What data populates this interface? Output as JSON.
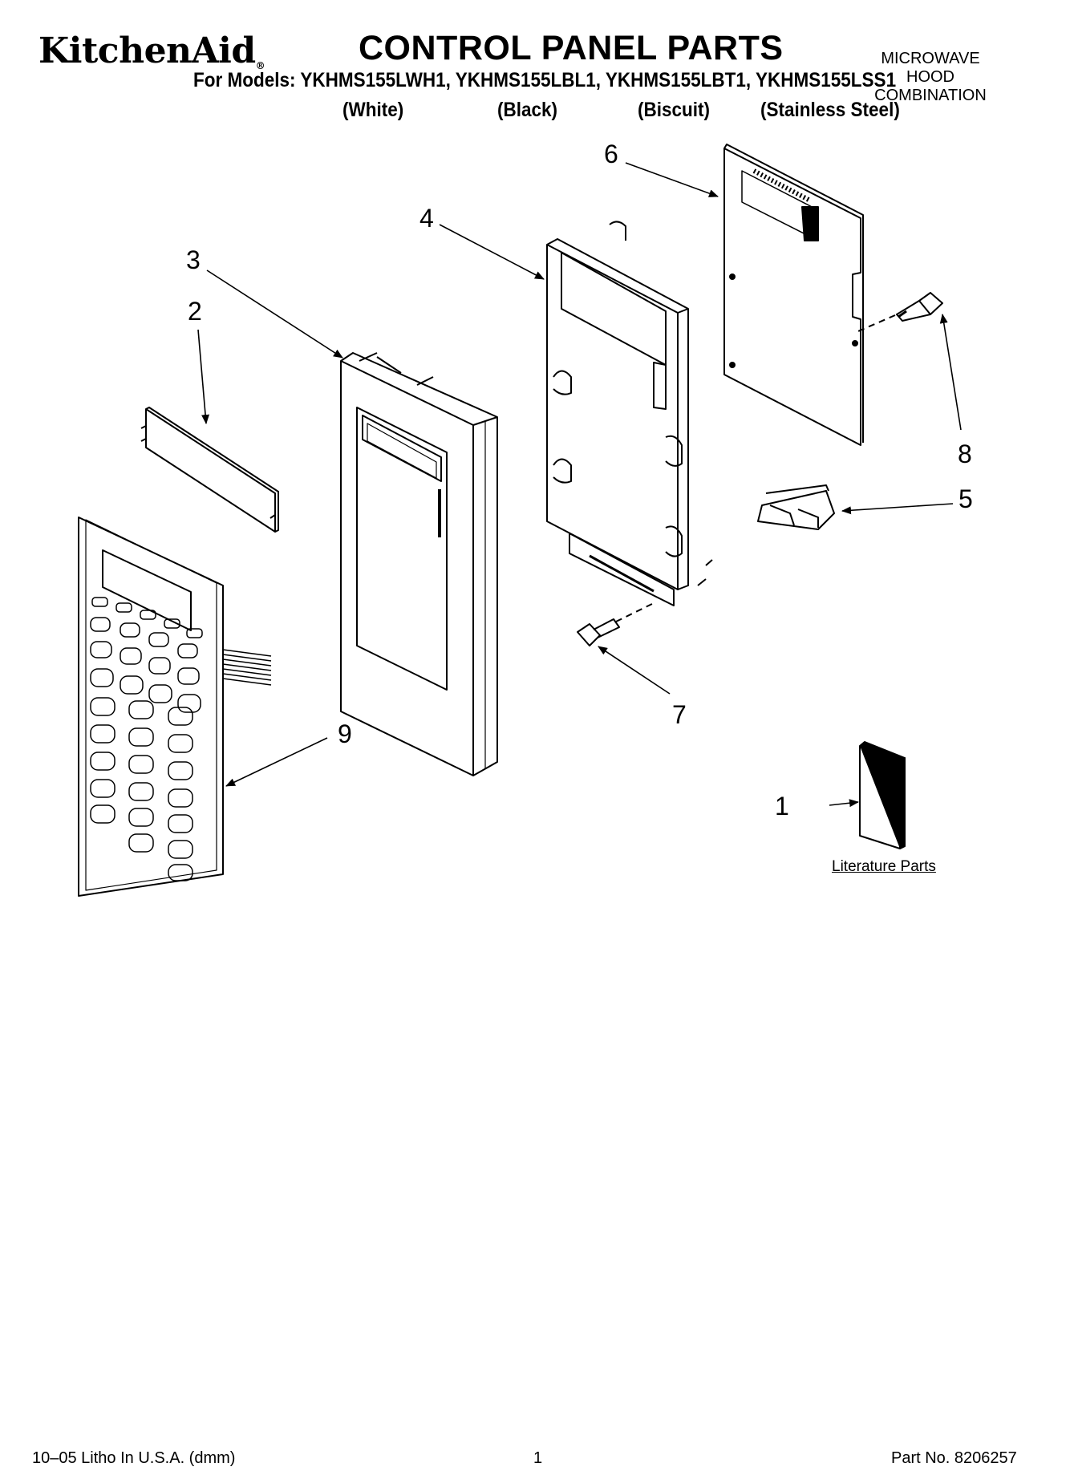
{
  "header": {
    "brand": "KitchenAid",
    "brand_mark": "®",
    "title": "CONTROL PANEL PARTS",
    "models": "For Models: YKHMS155LWH1, YKHMS155LBL1, YKHMS155LBT1, YKHMS155LSS1",
    "colors": [
      "(White)",
      "(Black)",
      "(Biscuit)",
      "(Stainless Steel)"
    ],
    "product_type": [
      "MICROWAVE",
      "HOOD",
      "COMBINATION"
    ]
  },
  "callouts": [
    "1",
    "2",
    "3",
    "4",
    "5",
    "6",
    "7",
    "8",
    "9"
  ],
  "literature_label": "Literature Parts",
  "footer": {
    "left": "10–05 Litho In U.S.A. (dmm)",
    "center": "1",
    "right": "Part No. 8206257"
  }
}
